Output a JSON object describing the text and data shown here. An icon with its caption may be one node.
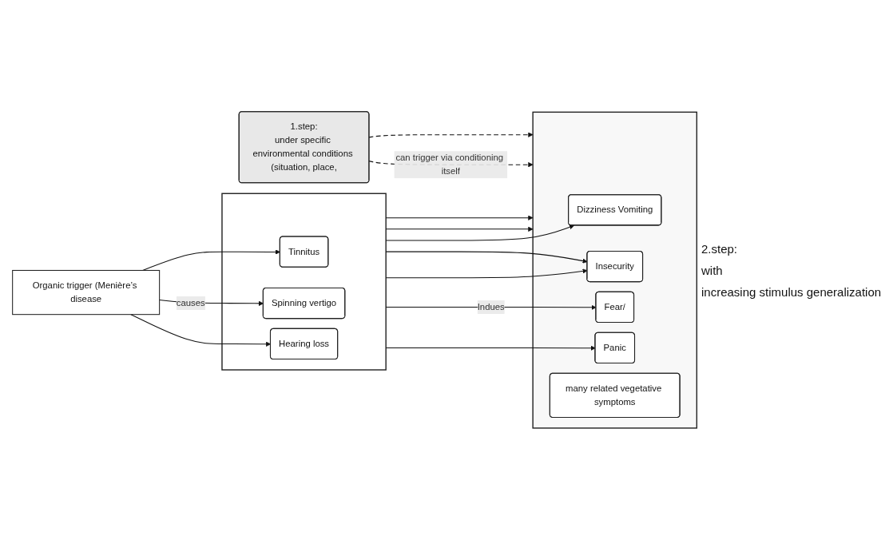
{
  "diagram": {
    "nodes": [
      {
        "text": [
          "Organic trigger (Menière’s disease"
        ]
      },
      {
        "text": [
          "1.step:",
          "under specific environmental conditions (situation, place,"
        ]
      },
      {
        "text": [],
        "shape": "box"
      },
      {
        "text": [
          "Tinnitus"
        ],
        "in": 2
      },
      {
        "text": [
          "Spinning vertigo"
        ],
        "in": 2
      },
      {
        "text": [
          "Hearing loss"
        ],
        "in": 2
      },
      {
        "text": [],
        "shape": "box"
      },
      {
        "text": [
          "Dizziness Vomiting"
        ],
        "in": 6
      },
      {
        "text": [
          "Insecurity"
        ],
        "in": 6
      },
      {
        "text": [
          "Fear/"
        ],
        "in": 6
      },
      {
        "text": [
          "Panic"
        ],
        "in": 6
      },
      {
        "text": [
          "many related vegetative symptoms"
        ],
        "in": 6
      }
    ],
    "edges": [
      {
        "from": 0,
        "to": 3,
        "arrow": "to"
      },
      {
        "from": 0,
        "to": 4,
        "label": "causes",
        "arrow": "to"
      },
      {
        "from": 0,
        "to": 5,
        "arrow": "to"
      },
      {
        "from": 2,
        "to": 7,
        "arrow": "to"
      },
      {
        "from": 2,
        "to": 8,
        "arrow": "to"
      },
      {
        "from": 2,
        "to": 8,
        "arrow": "to"
      },
      {
        "from": 2,
        "to": 9,
        "label": "Indues",
        "arrow": "to"
      },
      {
        "from": 2,
        "to": 6,
        "arrow": "to"
      },
      {
        "from": 2,
        "to": 10,
        "arrow": "to"
      },
      {
        "from": 2,
        "to": 6,
        "arrow": "to"
      },
      {
        "from": 1,
        "to": 6,
        "label": "can trigger via conditioning itself",
        "arrow": "to",
        "style": "dashed"
      },
      {
        "from": 1,
        "to": 6,
        "arrow": "to",
        "style": "dashed"
      }
    ],
    "labels": [
      "2.step:",
      "with",
      "increasing stimulus generalization"
    ]
  }
}
